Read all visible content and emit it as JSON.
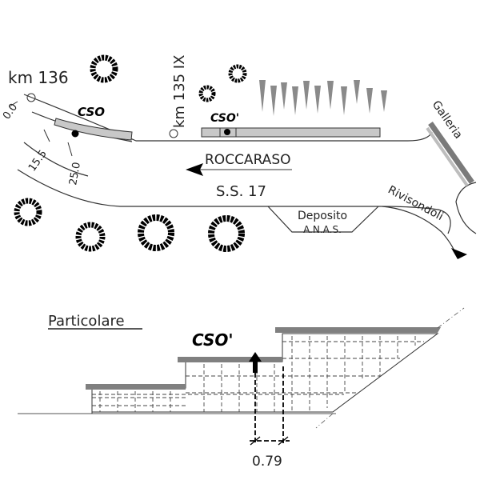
{
  "map": {
    "km_136_label": "km 136",
    "km_135_label": "km 135 IX",
    "cso_label": "CSO",
    "cso_prime_label": "CSO'",
    "roccaraso_label": "ROCCARASO",
    "road_label": "S.S.  17",
    "deposito_line1": "Deposito",
    "deposito_line2": "A.N.A.S.",
    "galleria_label": "Galleria",
    "rivisondoli_label": "Rivisondoli",
    "chainage": [
      "0.0",
      "15.5",
      "25.0"
    ]
  },
  "detail": {
    "title": "Particolare",
    "cso_prime_label": "CSO'",
    "dimension_label": "0.79"
  },
  "colors": {
    "barrier_fill": "#c8c8c8",
    "slab_fill": "#808080",
    "galleria_dark": "#7a7a7a",
    "galleria_light": "#bdbdbd",
    "cone_fill": "#8a8a8a"
  }
}
